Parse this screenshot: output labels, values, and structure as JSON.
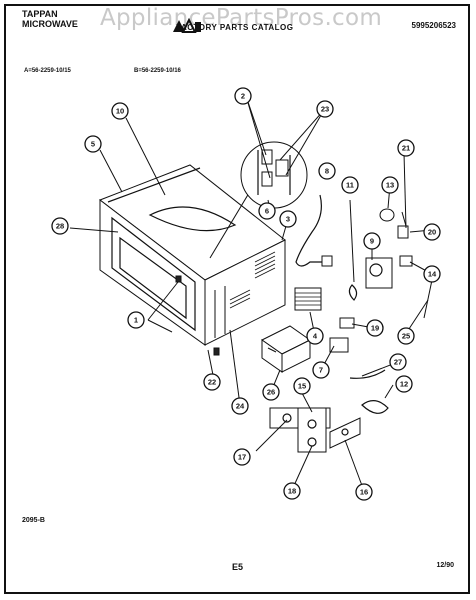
{
  "header": {
    "brand": "TAPPAN",
    "product": "MICROWAVE",
    "watermark": "AppliancePartsPros.com",
    "catalog_title": "FACTORY PARTS CATALOG",
    "catalog_number": "5995206523"
  },
  "models": {
    "a": "A=56-2259-10/15",
    "b": "B=56-2259-10/16"
  },
  "callouts": [
    "1",
    "2",
    "3",
    "4",
    "5",
    "6",
    "7",
    "8",
    "9",
    "11",
    "12",
    "13",
    "14",
    "15",
    "16",
    "17",
    "18",
    "19",
    "20",
    "21",
    "22",
    "23",
    "24",
    "25",
    "26",
    "27",
    "28"
  ],
  "footer": {
    "figure_code": "2095-B",
    "page_code": "E5",
    "date": "12/90"
  }
}
